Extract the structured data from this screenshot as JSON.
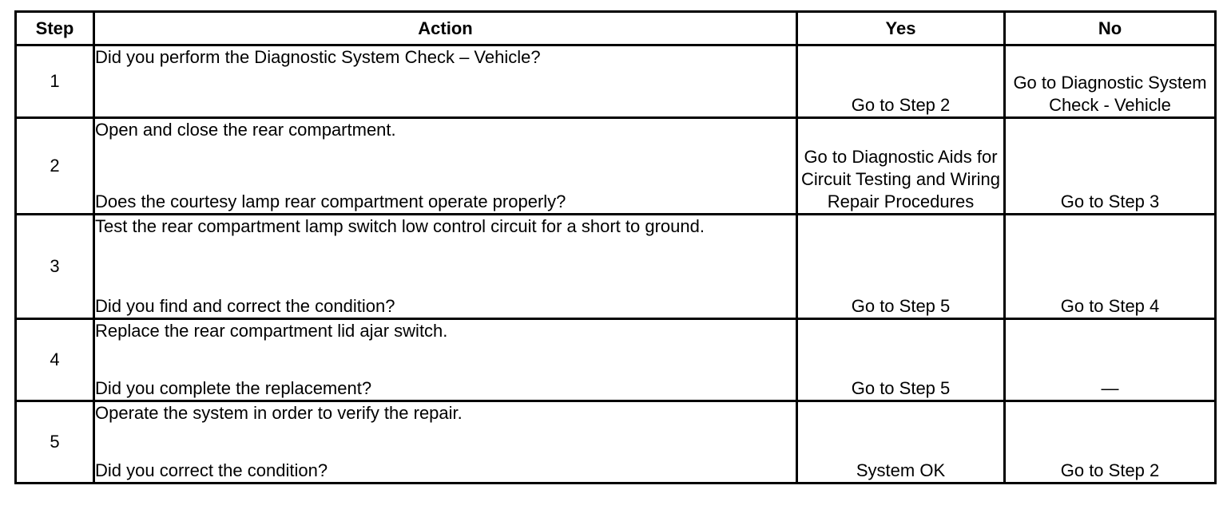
{
  "table": {
    "headers": {
      "step": "Step",
      "action": "Action",
      "yes": "Yes",
      "no": "No"
    },
    "rows": [
      {
        "step": "1",
        "instruction": "Did you perform the Diagnostic System Check – Vehicle?",
        "question": "",
        "yes": "Go to Step 2",
        "no": "Go to Diagnostic System Check - Vehicle"
      },
      {
        "step": "2",
        "instruction": "Open and close the rear compartment.",
        "question": "Does the courtesy lamp rear compartment operate properly?",
        "yes": "Go to Diagnostic Aids for Circuit Testing and Wiring Repair Procedures",
        "no": "Go to Step 3"
      },
      {
        "step": "3",
        "instruction": "Test the rear compartment lamp switch low control circuit for a short to ground.",
        "question": "Did you find and correct the condition?",
        "yes": "Go to Step 5",
        "no": "Go to Step 4"
      },
      {
        "step": "4",
        "instruction": "Replace the rear compartment lid ajar switch.",
        "question": "Did you complete the replacement?",
        "yes": "Go to Step 5",
        "no": "—"
      },
      {
        "step": "5",
        "instruction": "Operate the system in order to verify the repair.",
        "question": "Did you correct the condition?",
        "yes": "System OK",
        "no": "Go to Step 2"
      }
    ]
  }
}
